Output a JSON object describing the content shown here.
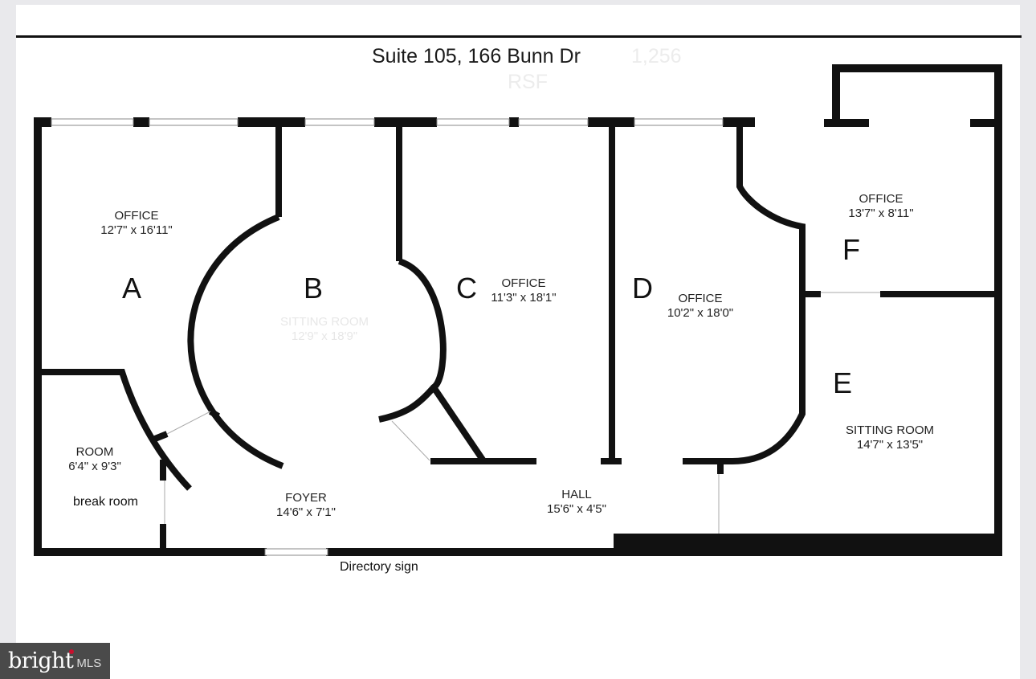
{
  "header": {
    "title": "Suite 105, 166 Bunn Dr",
    "faint_area": "1,256",
    "faint_unit": "RSF"
  },
  "rooms": {
    "a": {
      "letter": "A",
      "name": "OFFICE",
      "size": "12'7\" x 16'11\""
    },
    "b": {
      "letter": "B",
      "name": "SITTING ROOM",
      "size": "12'9\" x 18'9\""
    },
    "c": {
      "letter": "C",
      "name": "OFFICE",
      "size": "11'3\" x 18'1\""
    },
    "d": {
      "letter": "D",
      "name": "OFFICE",
      "size": "10'2\" x 18'0\""
    },
    "e": {
      "letter": "E",
      "name": "SITTING ROOM",
      "size": "14'7\" x 13'5\""
    },
    "f": {
      "letter": "F",
      "name": "OFFICE",
      "size": "13'7\" x 8'11\""
    },
    "room": {
      "name": "ROOM",
      "size": "6'4\" x 9'3\""
    },
    "foyer": {
      "name": "FOYER",
      "size": "14'6\" x 7'1\""
    },
    "hall": {
      "name": "HALL",
      "size": "15'6\" x 4'5\""
    }
  },
  "annotations": {
    "break_room": "break room",
    "directory_sign": "Directory sign"
  },
  "logo": {
    "brand": "bright",
    "suffix": "MLS"
  },
  "colors": {
    "wall": "#111111",
    "background": "#e9e9ec",
    "logo_bg": "#4a4a4a",
    "logo_accent": "#c8102e"
  }
}
